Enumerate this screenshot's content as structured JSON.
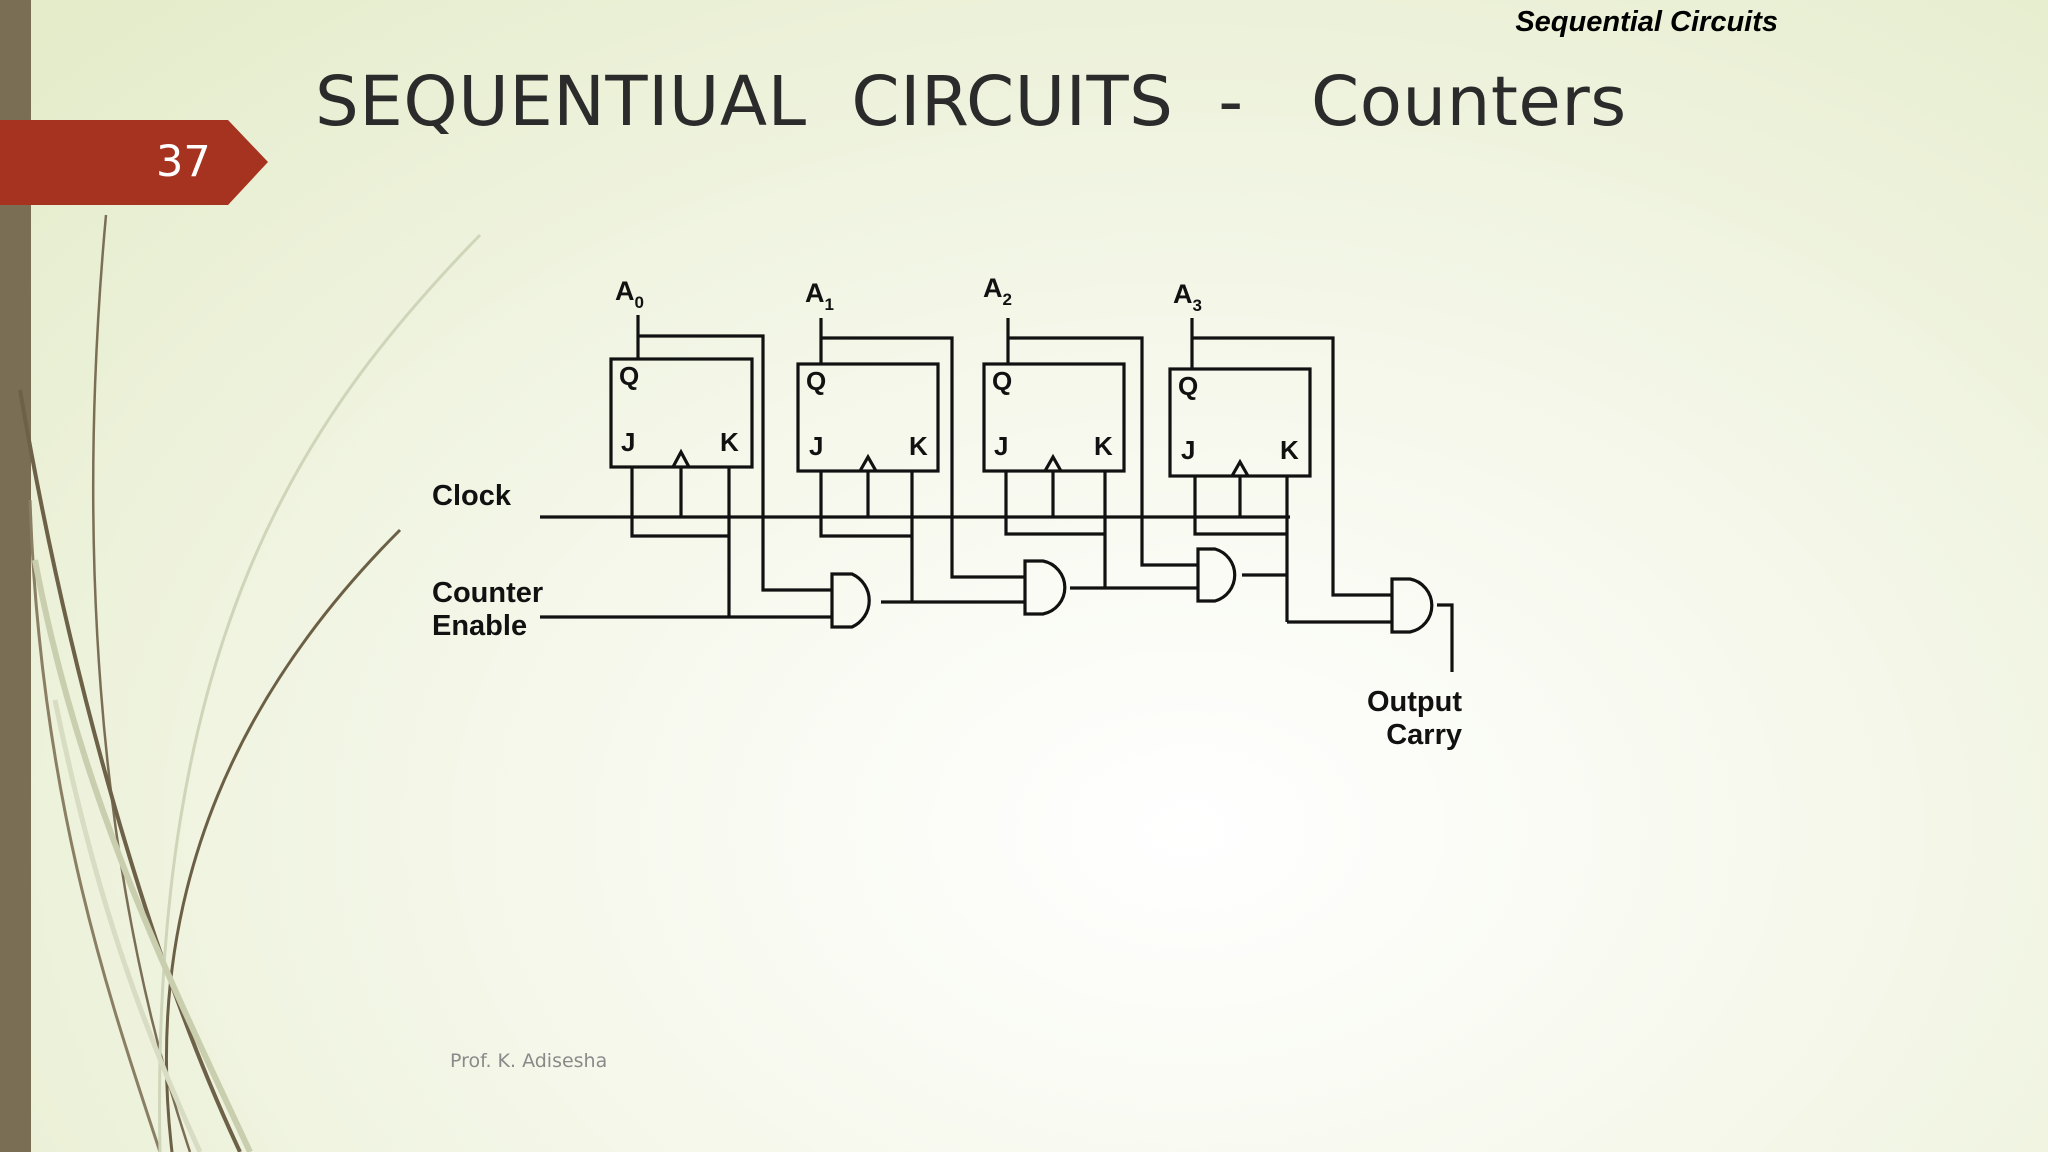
{
  "slide": {
    "number": "37",
    "header_label": "Sequential Circuits",
    "title": "SEQUENTIUAL  CIRCUITS  -   Counters",
    "footer": "Prof. K. Adisesha"
  },
  "diagram": {
    "outputs": [
      {
        "base": "A",
        "sub": "0"
      },
      {
        "base": "A",
        "sub": "1"
      },
      {
        "base": "A",
        "sub": "2"
      },
      {
        "base": "A",
        "sub": "3"
      }
    ],
    "flipflop_pins": {
      "q": "Q",
      "j": "J",
      "k": "K"
    },
    "clock_label": "Clock",
    "enable_label_line1": "Counter",
    "enable_label_line2": "Enable",
    "carry_label_line1": "Output",
    "carry_label_line2": "Carry"
  },
  "colors": {
    "tab": "#a5331f",
    "left_bar": "#7a6e55",
    "wire": "#111111"
  }
}
